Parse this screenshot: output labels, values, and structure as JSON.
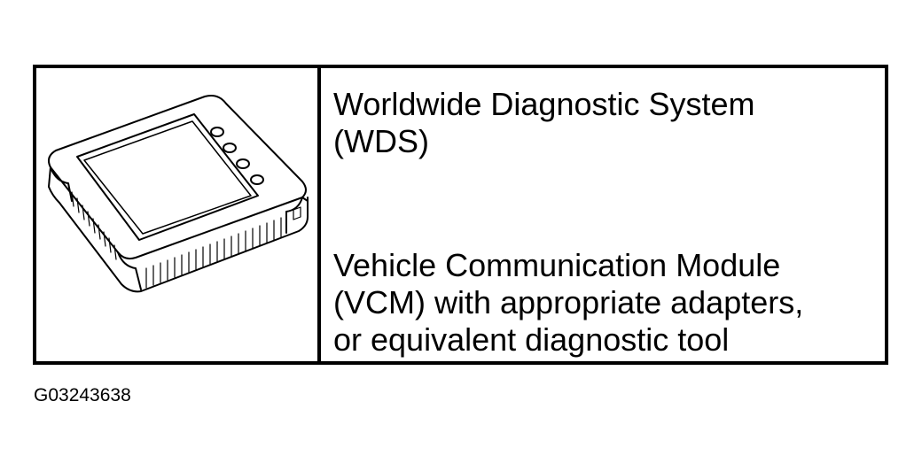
{
  "table": {
    "image": {
      "icon": "diagnostic-tablet-icon"
    },
    "tool_1": "Worldwide Diagnostic System\n(WDS)",
    "tool_2": "Vehicle Communication Module\n(VCM) with appropriate adapters,\nor equivalent diagnostic tool"
  },
  "figure_id": "G03243638"
}
